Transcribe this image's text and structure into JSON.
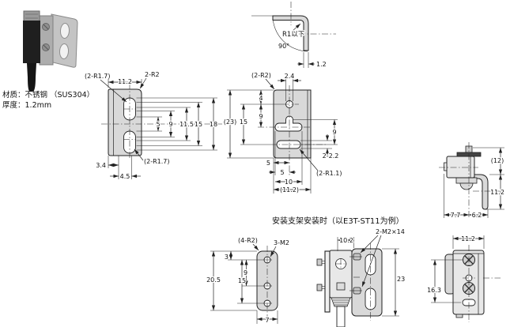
{
  "page": {
    "background": "#ffffff",
    "line_color": "#222222",
    "plate_color": "#d9d9d9"
  },
  "photo": {
    "material": "材质：不锈钢 （SUS304）",
    "thickness": "厚度：1.2mm"
  },
  "bend_detail": {
    "bend_radius": "R1以下",
    "bend_angle": "90°",
    "plate_thickness": "1.2"
  },
  "bracket_front_view": {
    "slot_radius_top": "(2-R1.7)",
    "width": "11.2",
    "corner_radius": "2-R2",
    "dim_5": "5",
    "dim_9": "9",
    "dim_11_5": "11.5",
    "dim_15": "15",
    "dim_18": "18",
    "dim_3_4": "3.4",
    "dim_4_5": "4.5",
    "slot_radius_bottom": "(2-R1.7)"
  },
  "bracket_side_view": {
    "corner_radius": "(2-R2)",
    "dim_2_4": "2.4",
    "overall_height": "(23)",
    "dim_15": "15",
    "dim_4": "4",
    "dim_9_left": "9",
    "dim_9_right": "9",
    "slot_width": "2-2.2",
    "dim_5_upper": "5",
    "dim_5_lower": "5",
    "dim_10": "10",
    "overall_width": "(11.2)",
    "slot_radius": "(2-R1.1)"
  },
  "mounted_side_view": {
    "dim_12": "(12)",
    "dim_11_2": "11.2",
    "dim_7_7": "7.7",
    "dim_6_2": "6.2"
  },
  "mounting_example": {
    "title": "安装支架安装时（以E3T-ST11为例）",
    "plate_view": {
      "corner_radius": "(4-R2)",
      "thread_holes": "3-M2",
      "dim_3": "3",
      "dim_9": "9",
      "dim_15": "15",
      "dim_20_5": "20.5",
      "dim_7": "7"
    },
    "assembly_side_view": {
      "dim_10_2": "10.2",
      "screws": "2-M2×14",
      "dim_23": "23"
    },
    "assembly_front_view": {
      "dim_11_2": "11.2",
      "dim_16_3": "16.3"
    }
  }
}
